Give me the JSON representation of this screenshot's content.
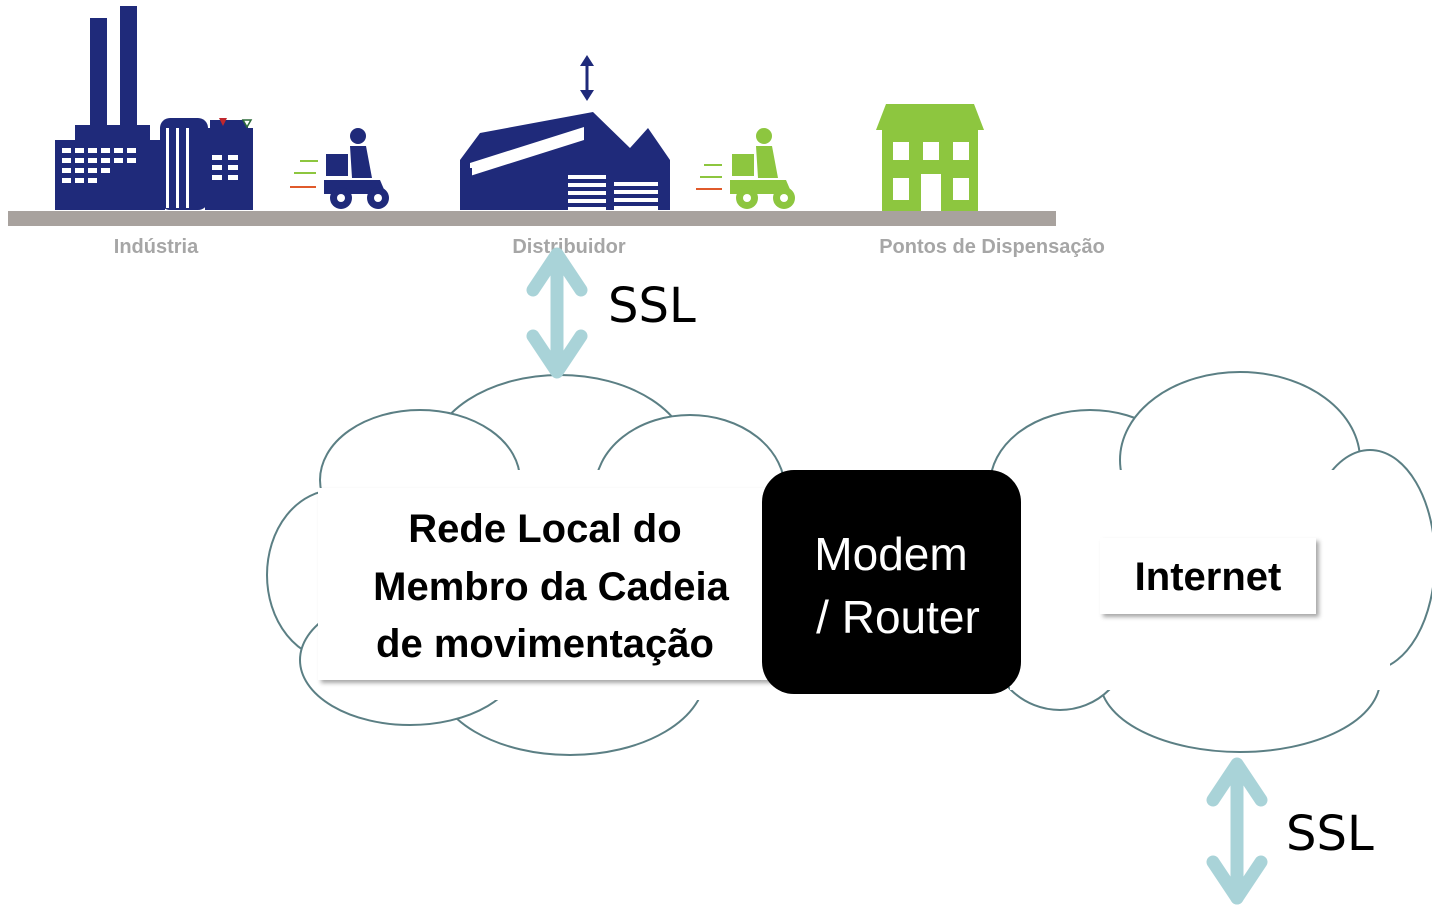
{
  "colors": {
    "navy": "#1f2a7a",
    "green": "#8dc63f",
    "ground": "#a8a29e",
    "stage_label": "#a6a6a6",
    "arrow": "#a9d3d8",
    "cloud_stroke": "#5b7f84",
    "modem_bg": "#000000",
    "modem_text": "#ffffff"
  },
  "icons": [
    "factory-icon",
    "delivery-scooter-icon",
    "warehouse-icon",
    "delivery-scooter-icon",
    "pharmacy-building-icon"
  ],
  "supply_chain": {
    "stages": [
      {
        "label": "Indústria"
      },
      {
        "label": "Distribuidor"
      },
      {
        "label": "Pontos de Dispensação"
      }
    ]
  },
  "connections": {
    "ssl_top": "SSL",
    "ssl_bottom": "SSL"
  },
  "local_network": {
    "line1": "Rede Local do",
    "line2": "Membro da Cadeia",
    "line3": "de movimentação"
  },
  "modem": {
    "line1": "Modem",
    "line2": "/ Router"
  },
  "internet": {
    "label": "Internet"
  }
}
